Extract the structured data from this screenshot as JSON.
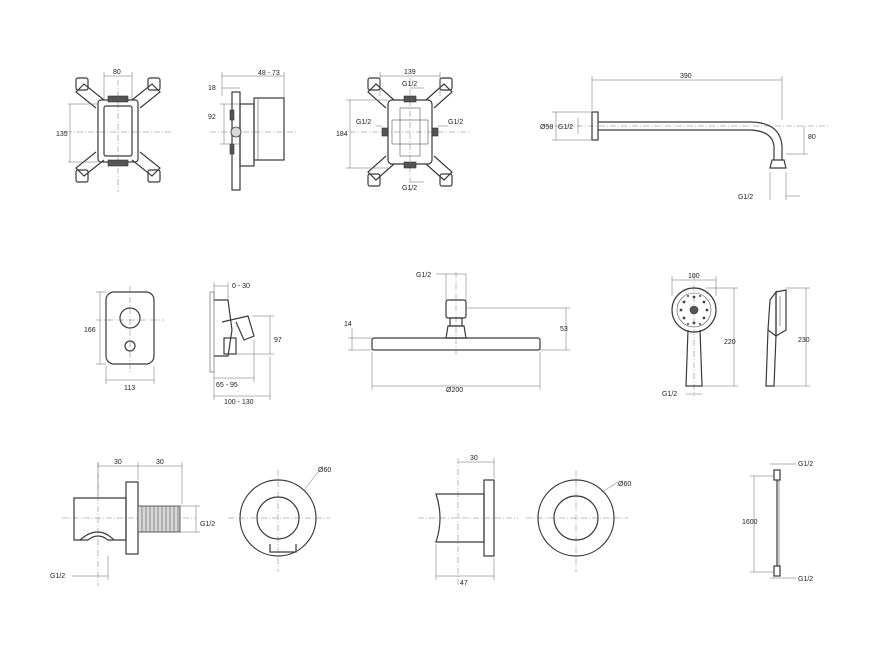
{
  "labels": {
    "frame_width": "80",
    "frame_height": "135",
    "body_depth": "48 - 73",
    "body_offset": "18",
    "body_height": "92",
    "valve_width": "139",
    "valve_height": "184",
    "valve_top_thread": "G1/2",
    "valve_left_thread": "G1/2",
    "valve_right_thread": "G1/2",
    "valve_bottom_thread": "G1/2",
    "arm_length": "390",
    "arm_flange_dia": "Ø58",
    "arm_inlet_thread": "G1/2",
    "arm_drop": "80",
    "arm_outlet_thread": "G1/2",
    "plate_height": "166",
    "plate_width": "113",
    "mixer_adjust": "0 - 30",
    "mixer_height": "97",
    "mixer_depth_a": "65 - 95",
    "mixer_depth_b": "100 - 130",
    "head_thread": "G1/2",
    "head_thickness": "14",
    "head_height": "53",
    "head_diameter": "Ø200",
    "hand_width": "100",
    "hand_height": "220",
    "hand_thread": "G1/2",
    "hand_side_height": "230",
    "elbow_dim_a": "30",
    "elbow_dim_b": "30",
    "elbow_thread_side": "G1/2",
    "elbow_thread_bottom": "G1/2",
    "elbow_rosette_dia": "Ø60",
    "outlet_dim_top": "30",
    "outlet_depth": "47",
    "outlet_rosette_dia": "Ø60",
    "hose_top_thread": "G1/2",
    "hose_length": "1600",
    "hose_bottom_thread": "G1/2"
  }
}
